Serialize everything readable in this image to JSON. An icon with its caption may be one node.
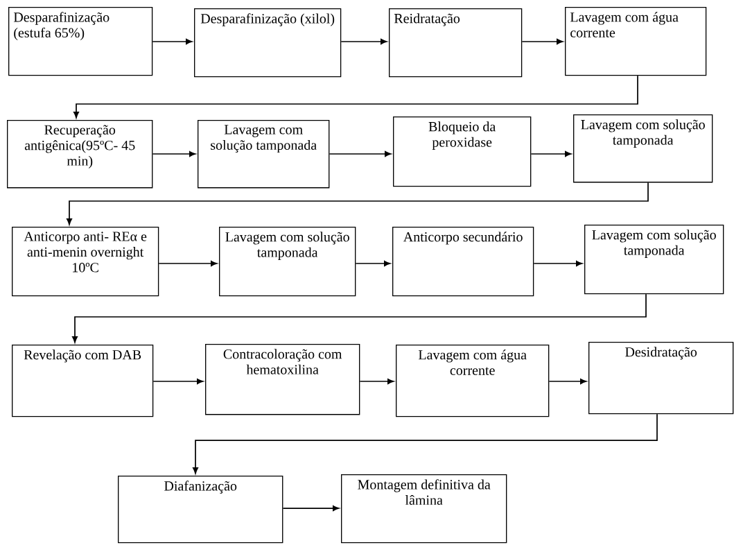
{
  "diagram": {
    "nodes": [
      {
        "text": [
          "Desparafinização (estufa 65%)"
        ]
      },
      {
        "text": [
          "Desparafinização (xilol)"
        ]
      },
      {
        "text": [
          "Reidratação"
        ]
      },
      {
        "text": [
          "Lavagem com água corrente"
        ]
      },
      {
        "text": [
          "Recuperação antigênica(95ºC- 45 min)"
        ]
      },
      {
        "text": [
          "Lavagem com solução tamponada"
        ]
      },
      {
        "text": [
          "Bloqueio da peroxidase"
        ]
      },
      {
        "text": [
          "Lavagem com solução tamponada"
        ]
      },
      {
        "text": [
          "Anticorpo anti- REα e anti-menin overnight 10ºC"
        ]
      },
      {
        "text": [
          "Lavagem com solução tamponada"
        ]
      },
      {
        "text": [
          "Anticorpo secundário"
        ]
      },
      {
        "text": [
          "Lavagem com solução tamponada"
        ]
      },
      {
        "text": [
          "Revelação com DAB"
        ]
      },
      {
        "text": [
          "Contracoloração com hematoxilina"
        ]
      },
      {
        "text": [
          "Lavagem com água corrente"
        ]
      },
      {
        "text": [
          "Desidratação"
        ]
      },
      {
        "text": [
          "Diafanização"
        ]
      },
      {
        "text": [
          "Montagem definitiva da lâmina"
        ]
      }
    ],
    "edges": [
      {
        "from": 0,
        "to": 1,
        "arrow": "to"
      },
      {
        "from": 1,
        "to": 2,
        "arrow": "to"
      },
      {
        "from": 2,
        "to": 3,
        "arrow": "to"
      },
      {
        "from": 3,
        "to": 4,
        "arrow": "to"
      },
      {
        "from": 4,
        "to": 5,
        "arrow": "to"
      },
      {
        "from": 5,
        "to": 6,
        "arrow": "to"
      },
      {
        "from": 6,
        "to": 7,
        "arrow": "to"
      },
      {
        "from": 7,
        "to": 8,
        "arrow": "to"
      },
      {
        "from": 8,
        "to": 9,
        "arrow": "to"
      },
      {
        "from": 9,
        "to": 10,
        "arrow": "to"
      },
      {
        "from": 10,
        "to": 11,
        "arrow": "to"
      },
      {
        "from": 11,
        "to": 12,
        "arrow": "to"
      },
      {
        "from": 12,
        "to": 13,
        "arrow": "to"
      },
      {
        "from": 13,
        "to": 14,
        "arrow": "to"
      },
      {
        "from": 14,
        "to": 15,
        "arrow": "to"
      },
      {
        "from": 15,
        "to": 16,
        "arrow": "to"
      },
      {
        "from": 16,
        "to": 17,
        "arrow": "to"
      }
    ]
  }
}
